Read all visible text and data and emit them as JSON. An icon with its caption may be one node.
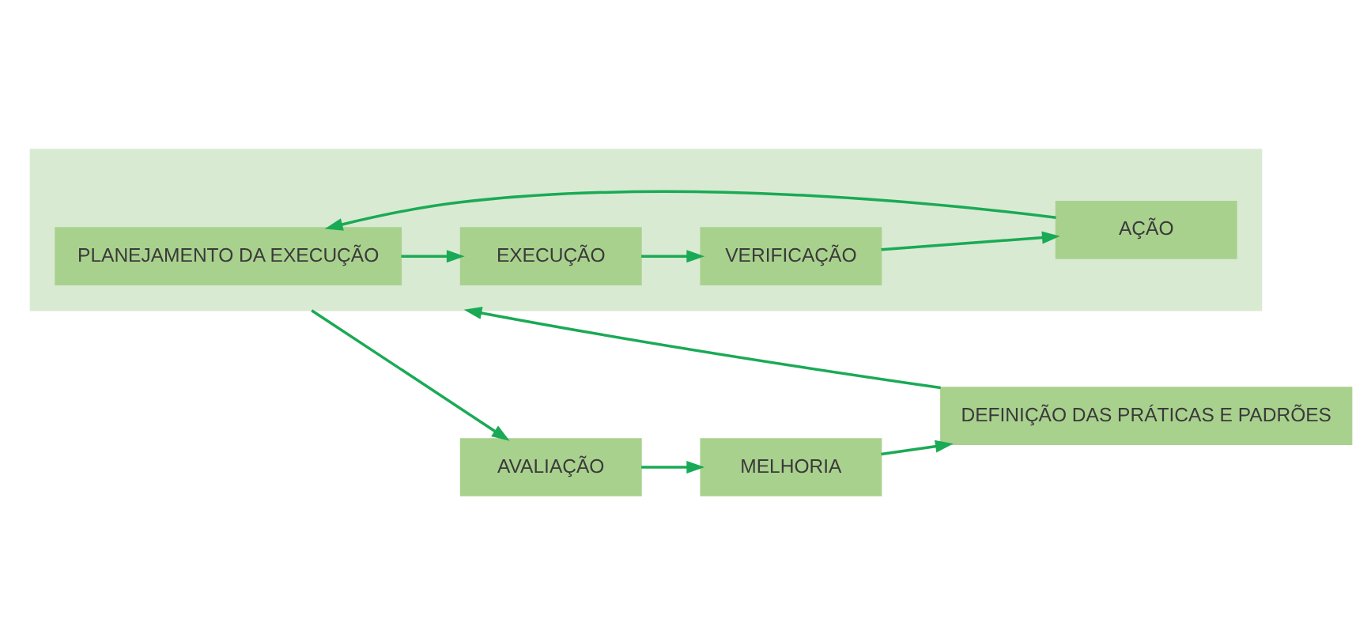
{
  "diagram": {
    "nodes": [
      {
        "text": [
          "DEFINIÇÃO DAS PRÁTICAS E PADRÕES"
        ]
      },
      {
        "text": [],
        "shape": "box"
      },
      {
        "text": [
          "PLANEJAMENTO DA EXECUÇÃO"
        ],
        "in": 1
      },
      {
        "text": [
          "EXECUÇÃO"
        ],
        "in": 1
      },
      {
        "text": [
          "AÇÃO"
        ],
        "in": 1
      },
      {
        "text": [
          "VERIFICAÇÃO"
        ],
        "in": 1
      },
      {
        "text": [
          "MELHORIA"
        ]
      },
      {
        "text": [
          "AVALIAÇÃO"
        ]
      }
    ],
    "edges": [
      {
        "from": 0,
        "to": 1,
        "arrow": "to"
      },
      {
        "from": 2,
        "to": 3,
        "arrow": "to"
      },
      {
        "from": 3,
        "to": 5,
        "arrow": "to"
      },
      {
        "from": 5,
        "to": 4,
        "arrow": "to"
      },
      {
        "from": 4,
        "to": 2,
        "arrow": "to"
      },
      {
        "from": 1,
        "to": 7,
        "arrow": "to"
      },
      {
        "from": 7,
        "to": 6,
        "arrow": "to"
      },
      {
        "from": 6,
        "to": 0,
        "arrow": "to"
      }
    ]
  }
}
